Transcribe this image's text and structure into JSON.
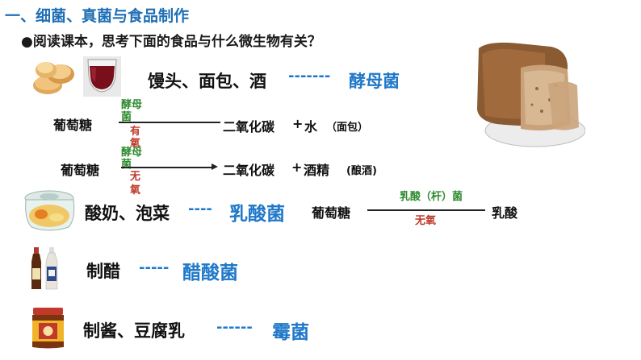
{
  "slide": {
    "title": "一、细菌、真菌与食品制作",
    "subtitle": "●阅读课本，思考下面的食品与什么微生物有关？"
  },
  "row_bread_wine": {
    "foods": "馒头、面包、酒",
    "dashes": "-------",
    "microbe": "酵母菌"
  },
  "eq_bread": {
    "reactant": "葡萄糖",
    "cond_top_1": "酵母",
    "cond_top_2": "菌",
    "cond_bottom_1": "有",
    "cond_bottom_2": "氧",
    "product_1": "二氧化碳",
    "plus": "+",
    "product_2": "水",
    "note": "（面包）"
  },
  "eq_wine": {
    "reactant": "葡萄糖",
    "cond_top_1": "酵母",
    "cond_top_2": "菌",
    "cond_bottom_1": "无",
    "cond_bottom_2": "氧",
    "product_1": "二氧化碳",
    "plus": "+",
    "product_2": "酒精",
    "note": "(酿酒)"
  },
  "row_yogurt": {
    "foods": "酸奶、泡菜",
    "dashes": "----",
    "microbe": "乳酸菌"
  },
  "eq_lactic": {
    "reactant": "葡萄糖",
    "cond_top": "乳酸（杆）菌",
    "cond_bottom": "无氧",
    "product": "乳酸"
  },
  "row_vinegar": {
    "foods": "制醋",
    "dashes": "-----",
    "microbe": "醋酸菌"
  },
  "row_sauce": {
    "foods": "制酱、豆腐乳",
    "dashes": "------",
    "microbe": "霉菌"
  },
  "colors": {
    "title": "#1f6fb5",
    "microbe": "#1f78c8",
    "condition_green": "#2e8b2e",
    "product_red": "#c0392b"
  }
}
